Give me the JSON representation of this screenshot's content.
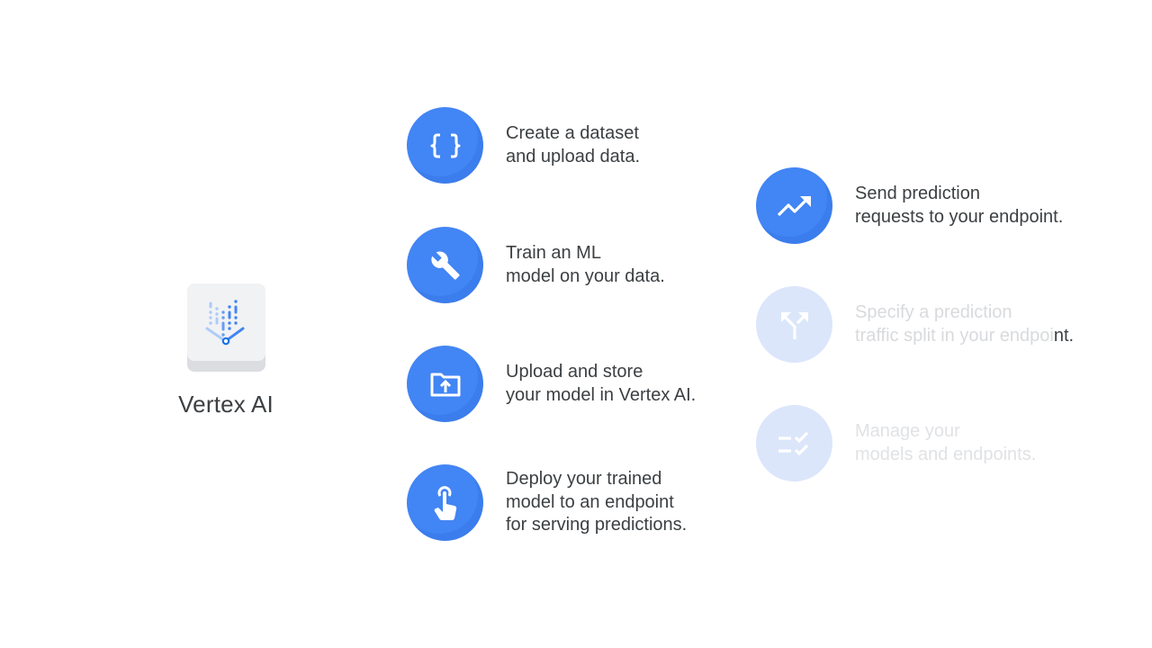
{
  "logo": {
    "name": "Vertex AI",
    "icon": "vertex-ai-logo-icon"
  },
  "colors": {
    "accent": "#4285f4",
    "accent_faded": "#dbe6fb",
    "text": "#3c4043",
    "text_faded": "#d8dadd"
  },
  "steps_left": [
    {
      "icon": "curly-braces-icon",
      "line1": "Create a dataset",
      "line2": "and upload data.",
      "line3": ""
    },
    {
      "icon": "wrench-icon",
      "line1": "Train an ML",
      "line2": "model on your data.",
      "line3": ""
    },
    {
      "icon": "folder-upload-icon",
      "line1": "Upload and store",
      "line2": "your model in Vertex AI.",
      "line3": ""
    },
    {
      "icon": "touch-hand-icon",
      "line1": "Deploy your trained",
      "line2": "model to an endpoint",
      "line3": "for serving predictions."
    }
  ],
  "steps_right": [
    {
      "icon": "trending-up-icon",
      "line1": "Send prediction",
      "line2": "requests to your endpoint.",
      "state": "active"
    },
    {
      "icon": "split-arrows-icon",
      "line1": "Specify a prediction",
      "line2a": "traffic split in your endpoi",
      "line2b": "nt.",
      "state": "fading-in"
    },
    {
      "icon": "checklist-icon",
      "line1": "Manage your",
      "line2": "models and endpoints.",
      "state": "faded"
    }
  ]
}
